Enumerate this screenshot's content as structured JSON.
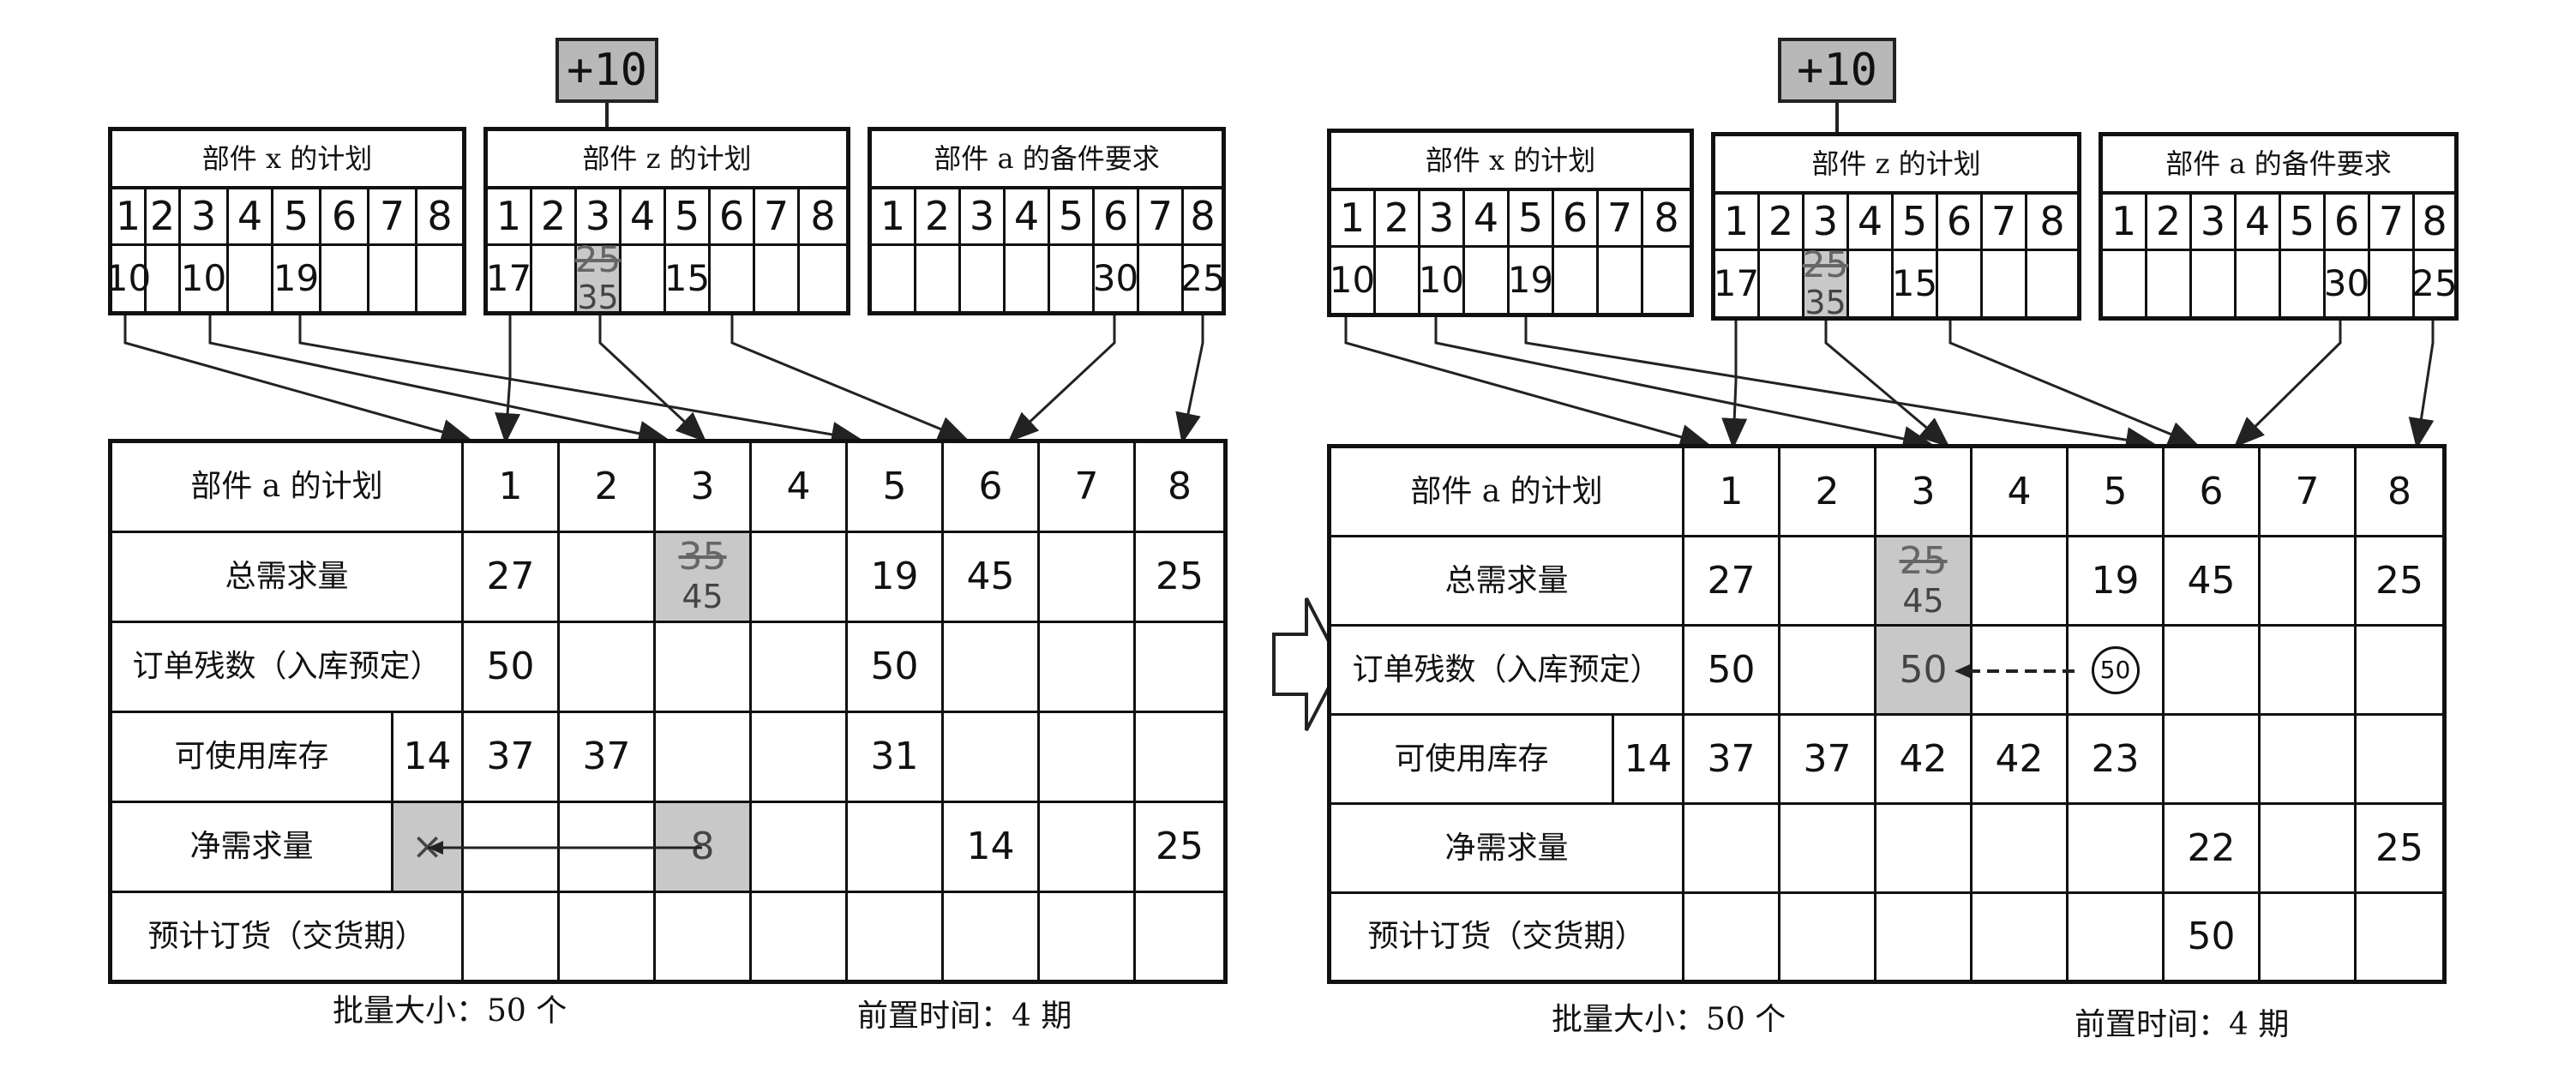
{
  "left": {
    "increment": "+10",
    "plan_x": {
      "title": "部件 x 的计划",
      "periods": [
        "1",
        "2",
        "3",
        "4",
        "5",
        "6",
        "7",
        "8"
      ],
      "values": [
        "10",
        "",
        "10",
        "",
        "19",
        "",
        "",
        ""
      ]
    },
    "plan_z": {
      "title": "部件 z 的计划",
      "periods": [
        "1",
        "2",
        "3",
        "4",
        "5",
        "6",
        "7",
        "8"
      ],
      "values": [
        "17",
        "",
        "",
        "",
        "15",
        "",
        "",
        ""
      ],
      "p3_old": "25",
      "p3_new": "35"
    },
    "spare_a": {
      "title": "部件 a 的备件要求",
      "periods": [
        "1",
        "2",
        "3",
        "4",
        "5",
        "6",
        "7",
        "8"
      ],
      "values": [
        "",
        "",
        "",
        "",
        "",
        "30",
        "",
        "25"
      ]
    },
    "table": {
      "header": "部件 a 的计划",
      "periods": [
        "1",
        "2",
        "3",
        "4",
        "5",
        "6",
        "7",
        "8"
      ],
      "rows": [
        {
          "label": "总需求量",
          "values": [
            "27",
            "",
            "",
            "",
            "19",
            "45",
            "",
            "25"
          ],
          "p3_old": "35",
          "p3_new": "45"
        },
        {
          "label": "订单残数（入库预定）",
          "values": [
            "50",
            "",
            "",
            "",
            "50",
            "",
            "",
            ""
          ]
        },
        {
          "label": "可使用库存",
          "initial": "14",
          "values": [
            "37",
            "37",
            "",
            "",
            "31",
            "",
            "",
            ""
          ]
        },
        {
          "label": "净需求量",
          "values": [
            "",
            "",
            "8",
            "",
            "",
            "14",
            "",
            "25"
          ],
          "overdue": "×"
        },
        {
          "label": "预计订货（交货期）",
          "values": [
            "",
            "",
            "",
            "",
            "",
            "",
            "",
            ""
          ]
        }
      ]
    },
    "lot_size": "批量大小：50 个",
    "lead_time": "前置时间：4 期"
  },
  "right": {
    "increment": "+10",
    "plan_x": {
      "title": "部件 x 的计划",
      "periods": [
        "1",
        "2",
        "3",
        "4",
        "5",
        "6",
        "7",
        "8"
      ],
      "values": [
        "10",
        "",
        "10",
        "",
        "19",
        "",
        "",
        ""
      ]
    },
    "plan_z": {
      "title": "部件 z 的计划",
      "periods": [
        "1",
        "2",
        "3",
        "4",
        "5",
        "6",
        "7",
        "8"
      ],
      "values": [
        "17",
        "",
        "",
        "",
        "15",
        "",
        "",
        ""
      ],
      "p3_old": "25",
      "p3_new": "35"
    },
    "spare_a": {
      "title": "部件 a 的备件要求",
      "periods": [
        "1",
        "2",
        "3",
        "4",
        "5",
        "6",
        "7",
        "8"
      ],
      "values": [
        "",
        "",
        "",
        "",
        "",
        "30",
        "",
        "25"
      ]
    },
    "table": {
      "header": "部件 a 的计划",
      "periods": [
        "1",
        "2",
        "3",
        "4",
        "5",
        "6",
        "7",
        "8"
      ],
      "rows": [
        {
          "label": "总需求量",
          "values": [
            "27",
            "",
            "",
            "",
            "19",
            "45",
            "",
            "25"
          ],
          "p3_old": "25",
          "p3_new": "45"
        },
        {
          "label": "订单残数（入库预定）",
          "values": [
            "50",
            "",
            "50",
            "",
            "",
            "",
            "",
            ""
          ],
          "moved_from_p5": "50"
        },
        {
          "label": "可使用库存",
          "initial": "14",
          "values": [
            "37",
            "37",
            "42",
            "42",
            "23",
            "",
            "",
            ""
          ]
        },
        {
          "label": "净需求量",
          "values": [
            "",
            "",
            "",
            "",
            "",
            "22",
            "",
            "25"
          ]
        },
        {
          "label": "预计订货（交货期）",
          "values": [
            "",
            "",
            "",
            "",
            "",
            "50",
            "",
            ""
          ]
        }
      ]
    },
    "lot_size": "批量大小：50 个",
    "lead_time": "前置时间：4 期"
  },
  "transition_arrow": "right-arrow-icon"
}
